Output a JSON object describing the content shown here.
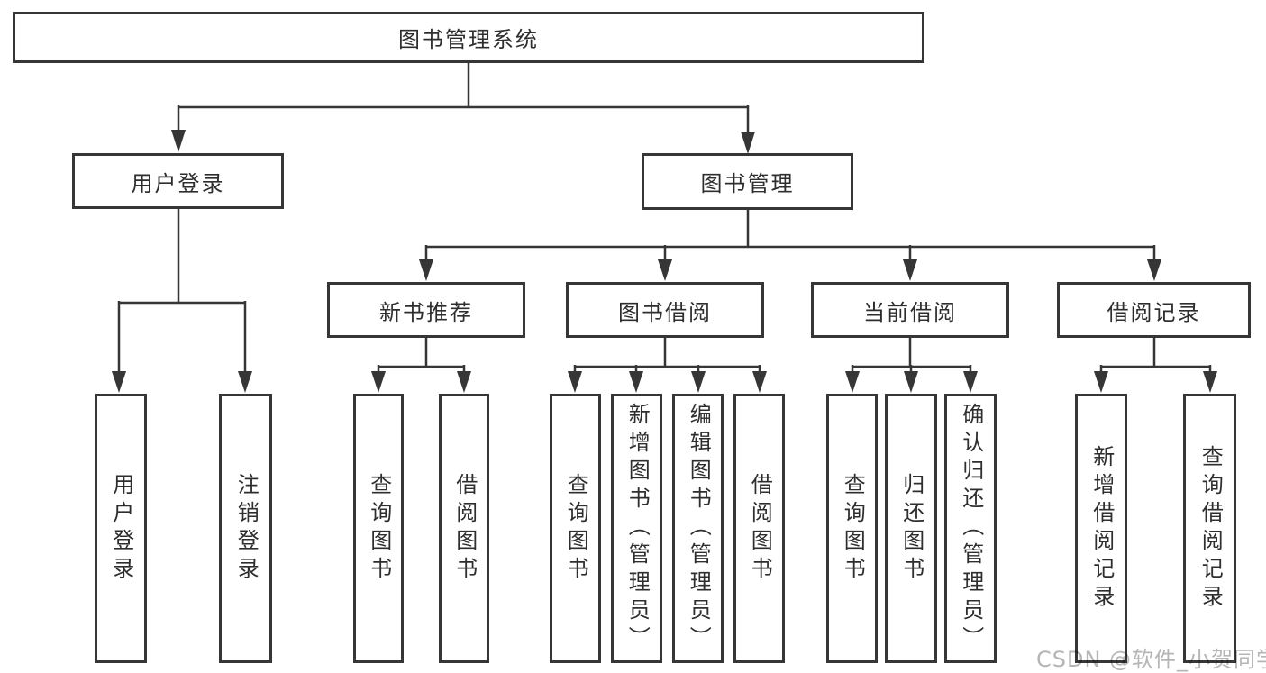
{
  "tree": {
    "root": "图书管理系统",
    "branches": {
      "user_login": {
        "label": "用户登录",
        "leaves": [
          "用户登录",
          "注销登录"
        ]
      },
      "book_mgmt": {
        "label": "图书管理",
        "sections": [
          {
            "label": "新书推荐",
            "leaves": [
              "查询图书",
              "借阅图书"
            ]
          },
          {
            "label": "图书借阅",
            "leaves": [
              "查询图书",
              "新增图书（管理员）",
              "编辑图书（管理员）",
              "借阅图书"
            ]
          },
          {
            "label": "当前借阅",
            "leaves": [
              "查询图书",
              "归还图书",
              "确认归还（管理员）"
            ]
          },
          {
            "label": "借阅记录",
            "leaves": [
              "新增借阅记录",
              "查询借阅记录"
            ]
          }
        ]
      }
    }
  },
  "watermark": {
    "text": "CSDN @软件_小贺同学"
  },
  "colors": {
    "line": "#363636",
    "text": "#2e2e2e",
    "box_background": "#ffffff",
    "watermark": "#b5b5b5"
  }
}
